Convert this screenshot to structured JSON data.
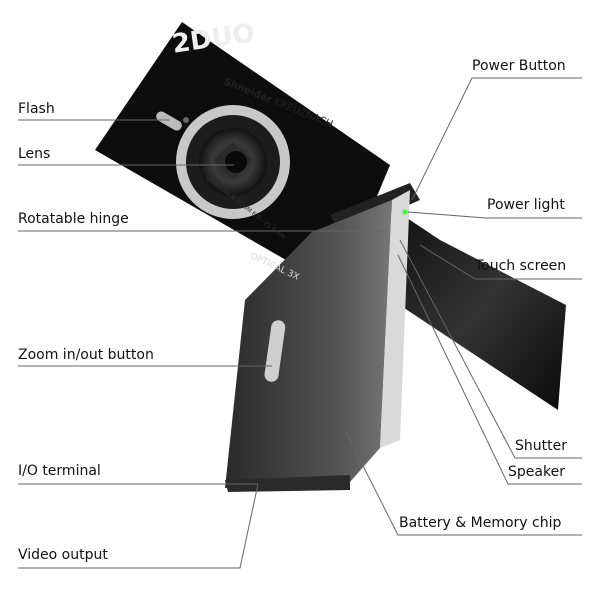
{
  "product": {
    "logo_text": "2DUO",
    "lens_brand": "Shneider",
    "lens_brand_sub": "KREUZNACH",
    "lens_ring_text": "VARIO PALN ZOOM 6.0 - 21.6mm",
    "body_text": "OPTICAL 3X"
  },
  "labels_left": [
    "Flash",
    "Lens",
    "Rotatable hinge",
    "Zoom in/out button",
    "I/O terminal",
    "Video output"
  ],
  "labels_right": [
    "Power Button",
    "Power light",
    "Touch screen",
    "Shutter",
    "Speaker",
    "Battery & Memory chip"
  ]
}
